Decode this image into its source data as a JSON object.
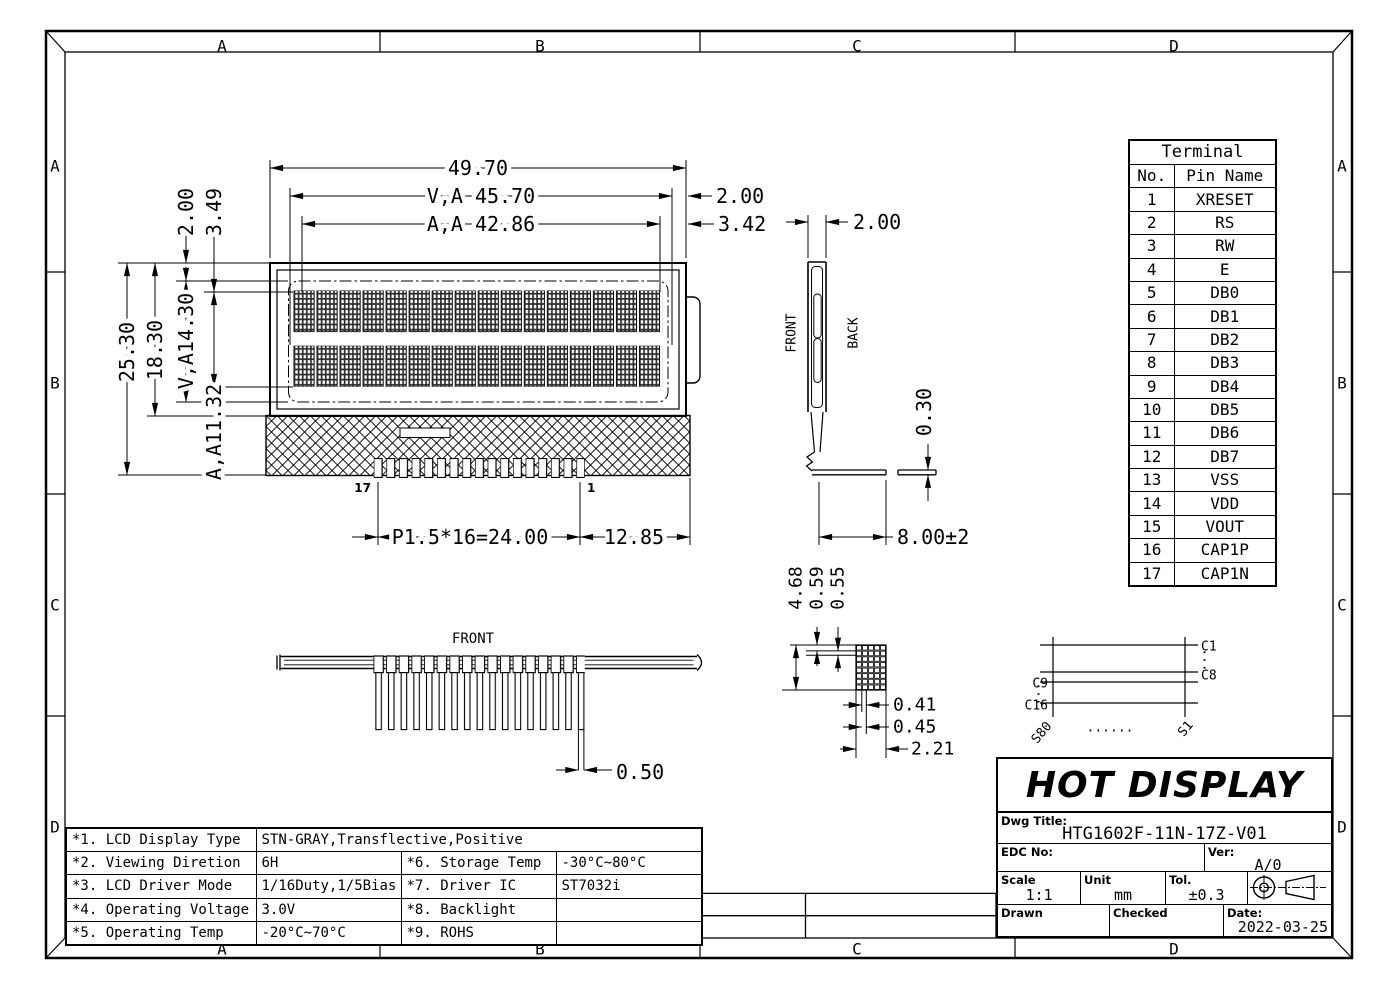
{
  "frame": {
    "zones": [
      "A",
      "B",
      "C",
      "D"
    ]
  },
  "front_view": {
    "dim_overall_width": "49.70",
    "dim_va_width": "V,A 45.70",
    "dim_aa_width": "A,A 42.86",
    "dim_right_margin": "2.00",
    "dim_right_margin2": "3.42",
    "dim_left_margin": "2.00",
    "dim_left_margin2": "3.49",
    "dim_total_height": "25.30",
    "dim_module_height": "18.30",
    "dim_va_height": "V,A14.30",
    "dim_aa_height": "A,A11.32",
    "dim_pin_pitch": "P1.5*16=24.00",
    "dim_pin_offset": "12.85",
    "pin_last": "17",
    "pin_first": "1"
  },
  "side_view": {
    "front_label": "FRONT",
    "back_label": "BACK",
    "dim_thickness": "2.00",
    "dim_tail_thickness": "0.30",
    "dim_tail_length": "8.00±2"
  },
  "connector_view": {
    "label": "FRONT",
    "dim_pin_width": "0.50"
  },
  "cell_detail": {
    "dim_cell_height": "4.68",
    "dim_dot_pitch_v": "0.59",
    "dim_dot_height": "0.55",
    "dim_dot_width": "0.41",
    "dim_dot_pitch_h": "0.45",
    "dim_cell_width": "2.21"
  },
  "com_seg_diagram": {
    "c_first": "C1",
    "c8": "C8",
    "c9": "C9",
    "c_last": "C16",
    "s_left": "S80",
    "s_right": "S1",
    "v_dots": "...",
    "h_dots": "......"
  },
  "terminal_table": {
    "title": "Terminal",
    "col_no": "No.",
    "col_pin": "Pin Name",
    "rows": [
      {
        "no": "1",
        "pin": "XRESET"
      },
      {
        "no": "2",
        "pin": "RS"
      },
      {
        "no": "3",
        "pin": "RW"
      },
      {
        "no": "4",
        "pin": "E"
      },
      {
        "no": "5",
        "pin": "DB0"
      },
      {
        "no": "6",
        "pin": "DB1"
      },
      {
        "no": "7",
        "pin": "DB2"
      },
      {
        "no": "8",
        "pin": "DB3"
      },
      {
        "no": "9",
        "pin": "DB4"
      },
      {
        "no": "10",
        "pin": "DB5"
      },
      {
        "no": "11",
        "pin": "DB6"
      },
      {
        "no": "12",
        "pin": "DB7"
      },
      {
        "no": "13",
        "pin": "VSS"
      },
      {
        "no": "14",
        "pin": "VDD"
      },
      {
        "no": "15",
        "pin": "VOUT"
      },
      {
        "no": "16",
        "pin": "CAP1P"
      },
      {
        "no": "17",
        "pin": "CAP1N"
      }
    ]
  },
  "spec_table": {
    "rows": [
      {
        "label": "*1. LCD Display Type",
        "value": "STN-GRAY,Transflective,Positive"
      },
      {
        "label": "*2. Viewing Diretion",
        "value": "6H",
        "label2": "*6. Storage Temp",
        "value2": "-30°C~80°C"
      },
      {
        "label": "*3. LCD Driver Mode",
        "value": "1/16Duty,1/5Bias",
        "label2": "*7. Driver IC",
        "value2": " ST7032i"
      },
      {
        "label": "*4. Operating Voltage",
        "value": "3.0V",
        "label2": "*8. Backlight",
        "value2": ""
      },
      {
        "label": "*5. Operating Temp",
        "value": "-20°C~70°C",
        "label2": "*9. ROHS",
        "value2": ""
      }
    ]
  },
  "title_block": {
    "company": "HOT DISPLAY",
    "dwg_title_label": "Dwg Title:",
    "dwg_title": "HTG1602F-11N-17Z-V01",
    "edc_label": "EDC No:",
    "ver_label": "Ver:",
    "version": "A/0",
    "scale_label": "Scale",
    "scale": "1:1",
    "unit_label": "Unit",
    "unit": "mm",
    "tol_label": "Tol.",
    "tolerance": "±0.3",
    "drawn_label": "Drawn",
    "checked_label": "Checked",
    "date_label": "Date:",
    "date": "2022-03-25"
  }
}
